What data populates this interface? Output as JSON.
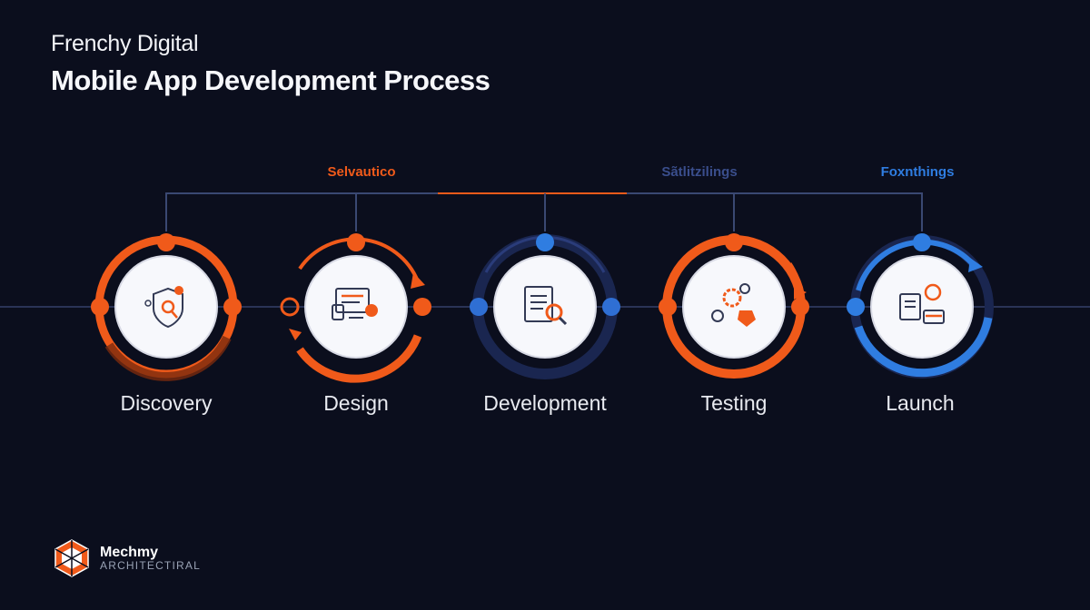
{
  "header": {
    "company": "Frenchy Digital",
    "title": "Mobile App Development Process"
  },
  "phases": [
    {
      "label": "Sеlvautico",
      "color": "#f05a1a"
    },
    {
      "label": "Sãtlitzilings",
      "color": "#3a4e8c"
    },
    {
      "label": "Foxnthings",
      "color": "#2f7de1"
    }
  ],
  "steps": [
    {
      "label": "Discovery",
      "accent": "#f05a1a",
      "icon": "shield-search-icon"
    },
    {
      "label": "Design",
      "accent": "#f05a1a",
      "icon": "ui-design-icon"
    },
    {
      "label": "Development",
      "accent": "#1e3a8a",
      "icon": "code-magnifier-icon"
    },
    {
      "label": "Testing",
      "accent": "#f05a1a",
      "icon": "gears-test-icon"
    },
    {
      "label": "Launch",
      "accent": "#2f7de1",
      "icon": "rocket-docs-icon"
    }
  ],
  "logo": {
    "name": "Mechmy",
    "subtitle": "ARCHITECTIRAL"
  },
  "colors": {
    "background": "#0b0e1d",
    "orange": "#f05a1a",
    "blue": "#2f7de1",
    "navy": "#1e3a8a"
  }
}
